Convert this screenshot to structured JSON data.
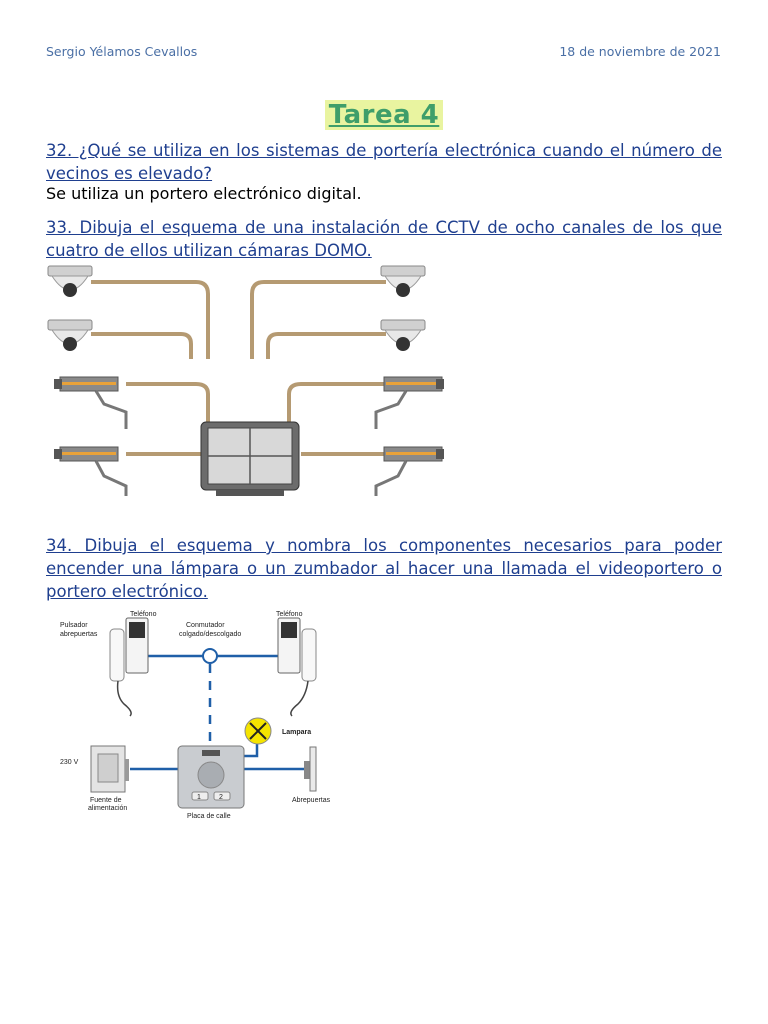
{
  "header": {
    "author": "Sergio Yélamos Cevallos",
    "date": "18 de noviembre de 2021"
  },
  "title": "Tarea 4",
  "q32": {
    "question": "32. ¿Qué se utiliza en los sistemas de portería electrónica cuando el número de vecinos es elevado?",
    "answer": "Se utiliza un portero electrónico digital."
  },
  "q33": {
    "question": " 33. Dibuja el esquema de una instalación de CCTV de ocho canales de los que cuatro de ellos utilizan cámaras DOMO."
  },
  "q34": {
    "question": "34. Dibuja el esquema y nombra los componentes necesarios para poder encender una lámpara o un zumbador al hacer una llamada el videoportero o portero electrónico.",
    "labels": {
      "phone_left": "Teléfono",
      "phone_right": "Teléfono",
      "push_button_1": "Pulsador",
      "push_button_2": "abrepuertas",
      "switch_1": "Conmutador",
      "switch_2": "colgado/descolgado",
      "lamp": "Lampara",
      "voltage": "230 V",
      "power_1": "Fuente de",
      "power_2": "alimentación",
      "door_opener": "Abrepuertas",
      "street_panel": "Placa de calle",
      "key_1": "1",
      "key_2": "2"
    }
  }
}
